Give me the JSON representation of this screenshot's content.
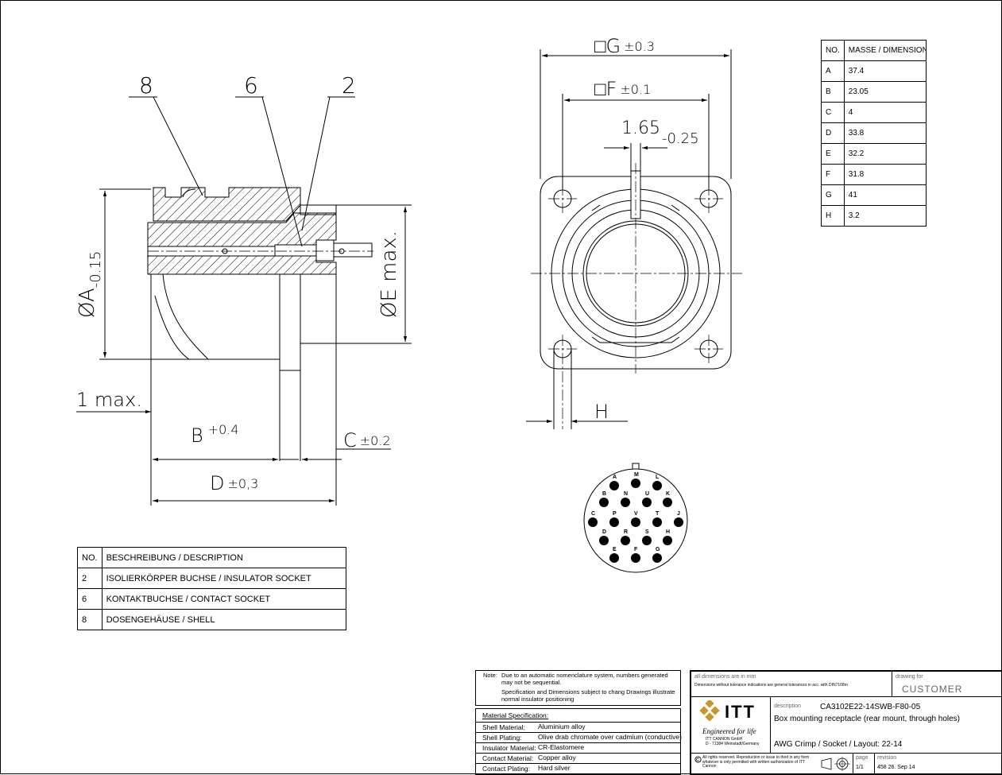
{
  "drawing": {
    "balloons": [
      "8",
      "6",
      "2"
    ],
    "dims": {
      "dia_a": "ØA",
      "dia_a_tol": "-0.15",
      "dia_e": "ØE max.",
      "one_max": "1 max.",
      "b": "B",
      "b_tol": "+0.4",
      "c": "C",
      "c_tol": "±0.2",
      "d": "D",
      "d_tol": "±0,3",
      "g": "□G",
      "g_tol": "±0.3",
      "f": "□F",
      "f_tol": "±0.1",
      "key": "1.65",
      "key_tol": "-0.25",
      "h": "H"
    },
    "pin_letters": [
      "A",
      "M",
      "L",
      "B",
      "N",
      "U",
      "K",
      "C",
      "P",
      "V",
      "T",
      "J",
      "D",
      "R",
      "S",
      "H",
      "E",
      "F",
      "G"
    ]
  },
  "description_table": {
    "header": {
      "no": "NO.",
      "desc": "BESCHREIBUNG / DESCRIPTION"
    },
    "rows": [
      {
        "no": "2",
        "desc": "ISOLIERKÖRPER BUCHSE / INSULATOR SOCKET"
      },
      {
        "no": "6",
        "desc": "KONTAKTBUCHSE / CONTACT SOCKET"
      },
      {
        "no": "8",
        "desc": "DOSENGEHÄUSE / SHELL"
      }
    ]
  },
  "dimension_table": {
    "header": {
      "no": "NO.",
      "dim": "MASSE / DIMENSION"
    },
    "rows": [
      {
        "no": "A",
        "val": "37.4"
      },
      {
        "no": "B",
        "val": "23.05"
      },
      {
        "no": "C",
        "val": "4"
      },
      {
        "no": "D",
        "val": "33.8"
      },
      {
        "no": "E",
        "val": "32.2"
      },
      {
        "no": "F",
        "val": "31.8"
      },
      {
        "no": "G",
        "val": "41"
      },
      {
        "no": "H",
        "val": "3.2"
      }
    ]
  },
  "note": {
    "label": "Note:",
    "line1": "Due to an automatic nomenclature system, numbers generated may not be sequential.",
    "line2": "Specification and Dimensions subject to chang Drawings illustrate normal insulator positioning"
  },
  "material": {
    "title": "Material Specification:",
    "rows": [
      {
        "k": "Shell Material:",
        "v": "Aluminium alloy"
      },
      {
        "k": "Shell Plating:",
        "v": "Olive drab chromate over cadmium (conductive)"
      },
      {
        "k": "Insulator Material:",
        "v": "CR-Elastomere"
      },
      {
        "k": "Contact Material:",
        "v": "Copper alloy"
      },
      {
        "k": "Contact Plating:",
        "v": "Hard silver"
      }
    ]
  },
  "title_block": {
    "dims_in": "all dimensions are in mm",
    "tolerance": "Dimensions without tolerance indications are general tolerances in acc. with DIN7168m",
    "drawing_for_label": "drawing for",
    "drawing_for": "CUSTOMER",
    "logo": "ITT",
    "tagline": "Engineered for life",
    "company1": "ITT CANNON GmbH",
    "company2": "D - 71384 Weinstadt/Germany",
    "description_label": "description",
    "part_no": "CA3102E22-14SWB-F80-05",
    "desc1": "Box mounting receptacle (rear mount, through holes)",
    "desc2": "AWG Crimp / Socket / Layout: 22-14",
    "rights": "All rights reserved. Reproduction or issue to third in any form whatever is only permitted with written authorization of ITT Cannon",
    "page_label": "page",
    "page": "1/1",
    "revision_label": "revision",
    "revision": "458 26. Sep 14"
  },
  "colors": {
    "line": "#000000",
    "hatch": "#000000",
    "gray_text": "#666666"
  }
}
